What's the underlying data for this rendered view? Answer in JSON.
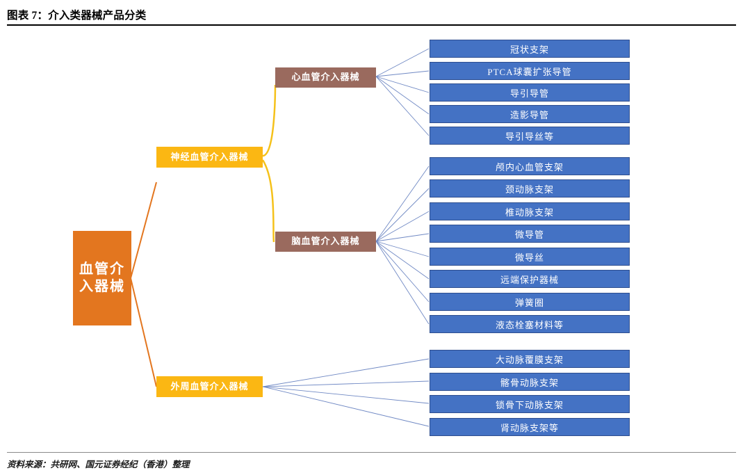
{
  "header": {
    "title": "图表 7：介入类器械产品分类"
  },
  "footer": {
    "source": "资料来源：共研网、国元证券经纪（香港）整理"
  },
  "colors": {
    "root": "#E3761F",
    "level2": "#FBB713",
    "level3": "#9A6A5E",
    "leaf": "#4472C4",
    "leaf_border": "#2E4E8F",
    "connector_orange": "#E3761F",
    "connector_yellow": "#F5C11A",
    "connector_blue": "#7089C4"
  },
  "chart_data": {
    "type": "diagram",
    "title": "介入类器械产品分类",
    "root": {
      "label": "血管介入器械"
    },
    "branches": [
      {
        "label": "神经血管介入器械",
        "children": [
          {
            "label": "心血管介入器械",
            "items": [
              "冠状支架",
              "PTCA球囊扩张导管",
              "导引导管",
              "造影导管",
              "导引导丝等"
            ]
          },
          {
            "label": "脑血管介入器械",
            "items": [
              "颅内心血管支架",
              "颈动脉支架",
              "椎动脉支架",
              "微导管",
              "微导丝",
              "远端保护器械",
              "弹簧圈",
              "液态栓塞材料等"
            ]
          }
        ]
      },
      {
        "label": "外周血管介入器械",
        "children": [],
        "items": [
          "大动脉覆膜支架",
          "髂骨动脉支架",
          "锁骨下动脉支架",
          "肾动脉支架等"
        ]
      }
    ]
  }
}
